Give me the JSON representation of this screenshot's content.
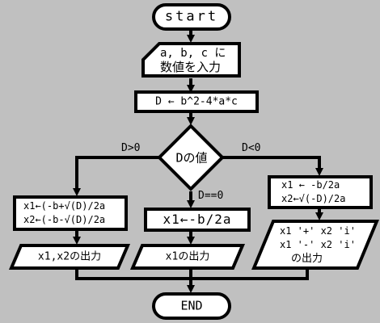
{
  "flowchart": {
    "start": "start",
    "input_line1": "a, b, c に",
    "input_line2": "数値を入力",
    "compute_d": "D ← b^2-4*a*c",
    "decision": "Dの値",
    "branch_left": "D>0",
    "branch_mid": "D==0",
    "branch_right": "D<0",
    "left_calc_line1": "x1←(-b+√(D)/2a",
    "left_calc_line2": "x2←(-b-√(D)/2a",
    "mid_calc": "x1←-b/2a",
    "right_calc_line1": "x1 ← -b/2a",
    "right_calc_line2": "x2←√(-D)/2a",
    "left_output": "x1,x2の出力",
    "mid_output": "x1の出力",
    "right_output_line1": "x1 '+' x2 'i'",
    "right_output_line2": "x1 '-' x2 'i'",
    "right_output_line3": "の出力",
    "end": "END"
  },
  "colors": {
    "background": "#c0c0c0",
    "box_fill": "#ffffff",
    "stroke": "#000000"
  }
}
